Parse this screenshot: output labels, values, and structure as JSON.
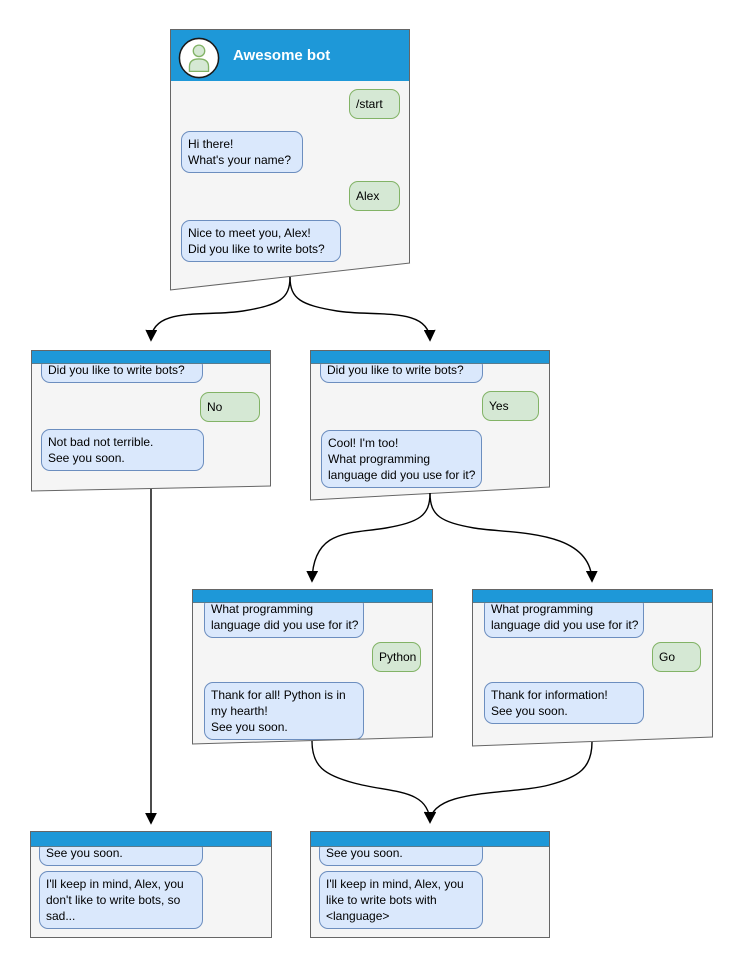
{
  "colors": {
    "titlebar_blue": "#1e98d8",
    "window_bg": "#f5f5f5",
    "window_border": "#666666",
    "bot_bubble_bg": "#dae8fc",
    "bot_bubble_border": "#6c8ebf",
    "user_bubble_bg": "#d5e8d4",
    "user_bubble_border": "#82b366",
    "connector": "#000000",
    "title_text": "#ffffff"
  },
  "icons": {
    "avatar": "person-icon"
  },
  "windows": [
    {
      "id": "main",
      "title": "Awesome bot",
      "messages": [
        {
          "from": "user",
          "text": "/start"
        },
        {
          "from": "bot",
          "text": "Hi there!\nWhat's your name?"
        },
        {
          "from": "user",
          "text": "Alex"
        },
        {
          "from": "bot",
          "text": "Nice to meet you, Alex!\nDid you like to write bots?"
        }
      ]
    },
    {
      "id": "branch-no",
      "messages": [
        {
          "from": "bot",
          "text": "Did you like to write bots?"
        },
        {
          "from": "user",
          "text": "No"
        },
        {
          "from": "bot",
          "text": "Not bad not terrible.\nSee you soon."
        }
      ]
    },
    {
      "id": "branch-yes",
      "messages": [
        {
          "from": "bot",
          "text": "Did you like to write bots?"
        },
        {
          "from": "user",
          "text": "Yes"
        },
        {
          "from": "bot",
          "text": "Cool! I'm too!\nWhat programming\nlanguage did you use for it?"
        }
      ]
    },
    {
      "id": "branch-python",
      "messages": [
        {
          "from": "bot",
          "text": "What programming\nlanguage did you use for it?"
        },
        {
          "from": "user",
          "text": "Python"
        },
        {
          "from": "bot",
          "text": "Thank for all! Python is in\nmy hearth!\nSee you soon."
        }
      ]
    },
    {
      "id": "branch-go",
      "messages": [
        {
          "from": "bot",
          "text": "What programming\nlanguage did you use for it?"
        },
        {
          "from": "user",
          "text": "Go"
        },
        {
          "from": "bot",
          "text": "Thank for information!\nSee you soon."
        }
      ]
    },
    {
      "id": "end-no",
      "messages": [
        {
          "from": "bot",
          "text": "See you soon."
        },
        {
          "from": "bot",
          "text": "I'll keep in mind, Alex, you\ndon't like to write bots, so\nsad..."
        }
      ]
    },
    {
      "id": "end-yes",
      "messages": [
        {
          "from": "bot",
          "text": "See you soon."
        },
        {
          "from": "bot",
          "text": "I'll keep in mind, Alex, you\nlike to write bots with\n<language>"
        }
      ]
    }
  ],
  "connections": [
    {
      "from": "main",
      "to": "branch-no"
    },
    {
      "from": "main",
      "to": "branch-yes"
    },
    {
      "from": "branch-no",
      "to": "end-no"
    },
    {
      "from": "branch-yes",
      "to": "branch-python"
    },
    {
      "from": "branch-yes",
      "to": "branch-go"
    },
    {
      "from": "branch-python",
      "to": "end-yes"
    },
    {
      "from": "branch-go",
      "to": "end-yes"
    }
  ]
}
